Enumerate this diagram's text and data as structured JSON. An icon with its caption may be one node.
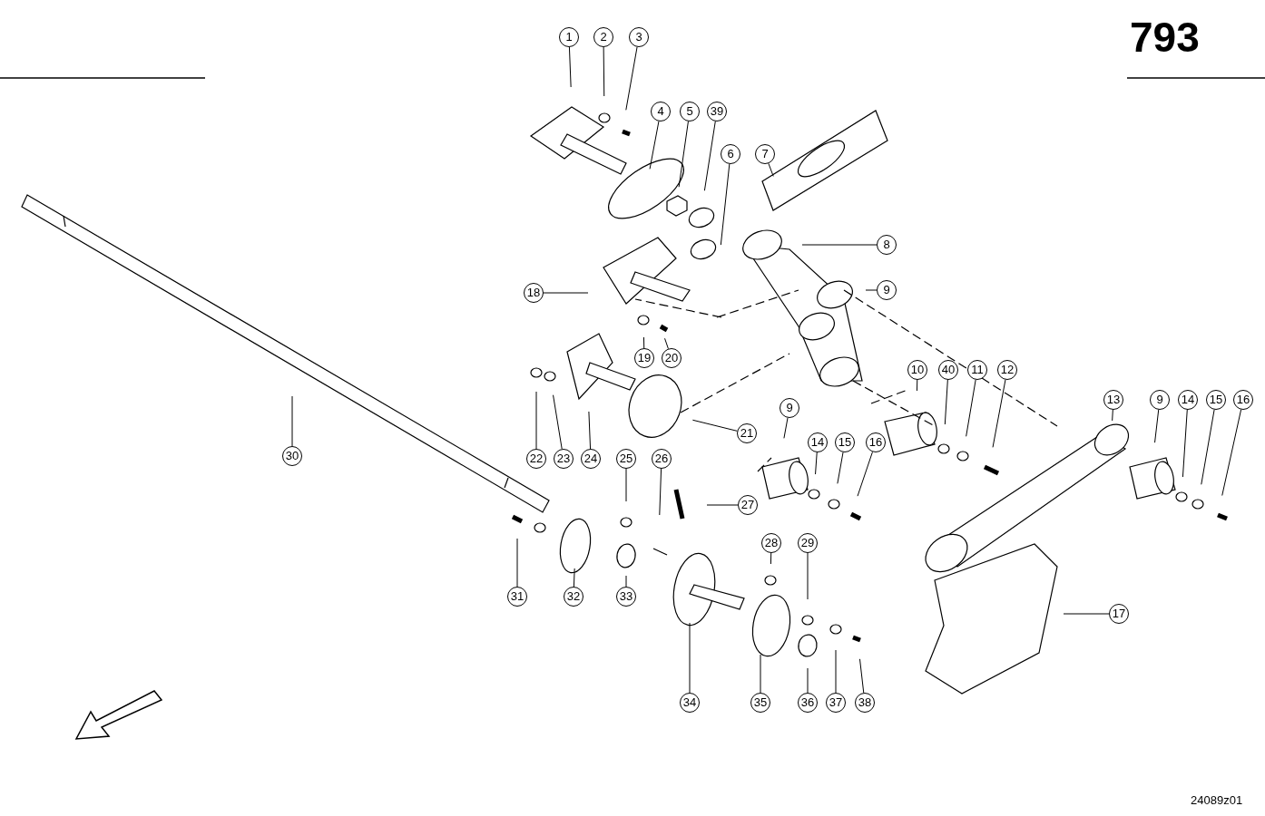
{
  "diagram": {
    "nodes": [
      {
        "text": [
          "1"
        ]
      },
      {
        "text": [
          "2"
        ]
      },
      {
        "text": [
          "3"
        ]
      },
      {
        "text": [
          "4"
        ]
      },
      {
        "text": [
          "5"
        ]
      },
      {
        "text": [
          "39"
        ]
      },
      {
        "text": [
          "6"
        ]
      },
      {
        "text": [
          "7"
        ]
      },
      {
        "text": [
          "8"
        ]
      },
      {
        "text": [
          "9"
        ]
      },
      {
        "text": [
          "18"
        ]
      },
      {
        "text": [
          "19"
        ]
      },
      {
        "text": [
          "20"
        ]
      },
      {
        "text": [
          "10"
        ]
      },
      {
        "text": [
          "40"
        ]
      },
      {
        "text": [
          "11"
        ]
      },
      {
        "text": [
          "12"
        ]
      },
      {
        "text": [
          "13"
        ]
      },
      {
        "text": [
          "9"
        ]
      },
      {
        "text": [
          "14"
        ]
      },
      {
        "text": [
          "15"
        ]
      },
      {
        "text": [
          "16"
        ]
      },
      {
        "text": [
          "22"
        ]
      },
      {
        "text": [
          "23"
        ]
      },
      {
        "text": [
          "24"
        ]
      },
      {
        "text": [
          "21"
        ]
      },
      {
        "text": [
          "9"
        ]
      },
      {
        "text": [
          "14"
        ]
      },
      {
        "text": [
          "15"
        ]
      },
      {
        "text": [
          "16"
        ]
      },
      {
        "text": [
          "30"
        ]
      },
      {
        "text": [
          "25"
        ]
      },
      {
        "text": [
          "26"
        ]
      },
      {
        "text": [
          "27"
        ]
      },
      {
        "text": [
          "28"
        ]
      },
      {
        "text": [
          "29"
        ]
      },
      {
        "text": [
          "17"
        ]
      },
      {
        "text": [
          "31"
        ]
      },
      {
        "text": [
          "32"
        ]
      },
      {
        "text": [
          "33"
        ]
      },
      {
        "text": [
          "34"
        ]
      },
      {
        "text": [
          "35"
        ]
      },
      {
        "text": [
          "36"
        ]
      },
      {
        "text": [
          "37"
        ]
      },
      {
        "text": [
          "38"
        ]
      }
    ],
    "edges": [
      {
        "from": 0,
        "to": null,
        "arrow": "none"
      },
      {
        "from": 1,
        "to": null,
        "arrow": "none"
      },
      {
        "from": 2,
        "to": null,
        "arrow": "none"
      },
      {
        "from": 3,
        "to": null,
        "arrow": "none"
      },
      {
        "from": 4,
        "to": null,
        "arrow": "none"
      },
      {
        "from": 5,
        "to": null,
        "arrow": "none"
      },
      {
        "from": 6,
        "to": null,
        "arrow": "none"
      },
      {
        "from": 7,
        "to": null,
        "arrow": "none"
      },
      {
        "from": 8,
        "to": null,
        "arrow": "none"
      },
      {
        "from": 9,
        "to": null,
        "arrow": "none"
      },
      {
        "from": 10,
        "to": null,
        "arrow": "none"
      },
      {
        "from": 11,
        "to": null,
        "arrow": "none"
      },
      {
        "from": 12,
        "to": null,
        "arrow": "none"
      },
      {
        "from": 13,
        "to": null,
        "arrow": "none"
      },
      {
        "from": 14,
        "to": null,
        "arrow": "none"
      },
      {
        "from": 15,
        "to": null,
        "arrow": "none"
      },
      {
        "from": 16,
        "to": null,
        "arrow": "none"
      },
      {
        "from": 17,
        "to": null,
        "arrow": "none"
      },
      {
        "from": 18,
        "to": null,
        "arrow": "none"
      },
      {
        "from": 19,
        "to": null,
        "arrow": "none"
      },
      {
        "from": 20,
        "to": null,
        "arrow": "none"
      },
      {
        "from": 21,
        "to": null,
        "arrow": "none"
      },
      {
        "from": 22,
        "to": null,
        "arrow": "none"
      },
      {
        "from": 23,
        "to": null,
        "arrow": "none"
      },
      {
        "from": 24,
        "to": null,
        "arrow": "none"
      },
      {
        "from": 25,
        "to": null,
        "arrow": "none"
      },
      {
        "from": 26,
        "to": null,
        "arrow": "none"
      },
      {
        "from": 27,
        "to": null,
        "arrow": "none"
      },
      {
        "from": 28,
        "to": null,
        "arrow": "none"
      },
      {
        "from": 29,
        "to": null,
        "arrow": "none"
      },
      {
        "from": 30,
        "to": null,
        "arrow": "none"
      },
      {
        "from": 31,
        "to": null,
        "arrow": "none"
      },
      {
        "from": 32,
        "to": null,
        "arrow": "none"
      },
      {
        "from": 33,
        "to": null,
        "arrow": "none"
      },
      {
        "from": 34,
        "to": null,
        "arrow": "none"
      },
      {
        "from": 35,
        "to": null,
        "arrow": "none"
      },
      {
        "from": 36,
        "to": null,
        "arrow": "none"
      },
      {
        "from": 37,
        "to": null,
        "arrow": "none"
      },
      {
        "from": 38,
        "to": null,
        "arrow": "none"
      },
      {
        "from": 39,
        "to": null,
        "arrow": "none"
      },
      {
        "from": 40,
        "to": null,
        "arrow": "none"
      },
      {
        "from": 41,
        "to": null,
        "arrow": "none"
      },
      {
        "from": 42,
        "to": null,
        "arrow": "none"
      },
      {
        "from": 43,
        "to": null,
        "arrow": "none"
      },
      {
        "from": 44,
        "to": null,
        "arrow": "none"
      }
    ],
    "labels": [
      "793",
      "24089z01"
    ]
  }
}
